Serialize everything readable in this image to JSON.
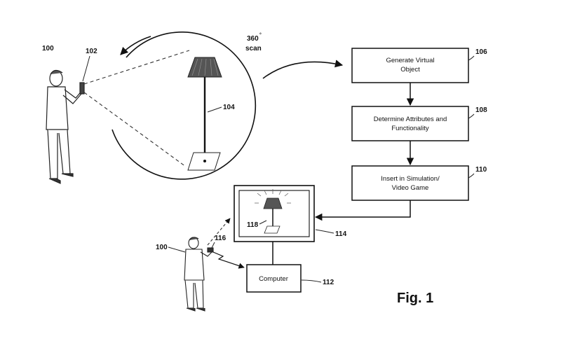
{
  "labels": {
    "ref_100_top": "100",
    "ref_102": "102",
    "ref_104": "104",
    "scan_degrees": "360",
    "scan_word": "scan",
    "ref_106": "106",
    "ref_108": "108",
    "ref_110": "110",
    "ref_112": "112",
    "ref_114": "114",
    "ref_116": "116",
    "ref_118": "118",
    "ref_100_bottom": "100"
  },
  "boxes": {
    "generate": {
      "line1": "Generate Virtual",
      "line2": "Object"
    },
    "determine": {
      "line1": "Determine Attributes and",
      "line2": "Functionality"
    },
    "insert": {
      "line1": "Insert in Simulation/",
      "line2": "Video Game"
    },
    "computer": {
      "label": "Computer"
    }
  },
  "figure_title": "Fig. 1"
}
